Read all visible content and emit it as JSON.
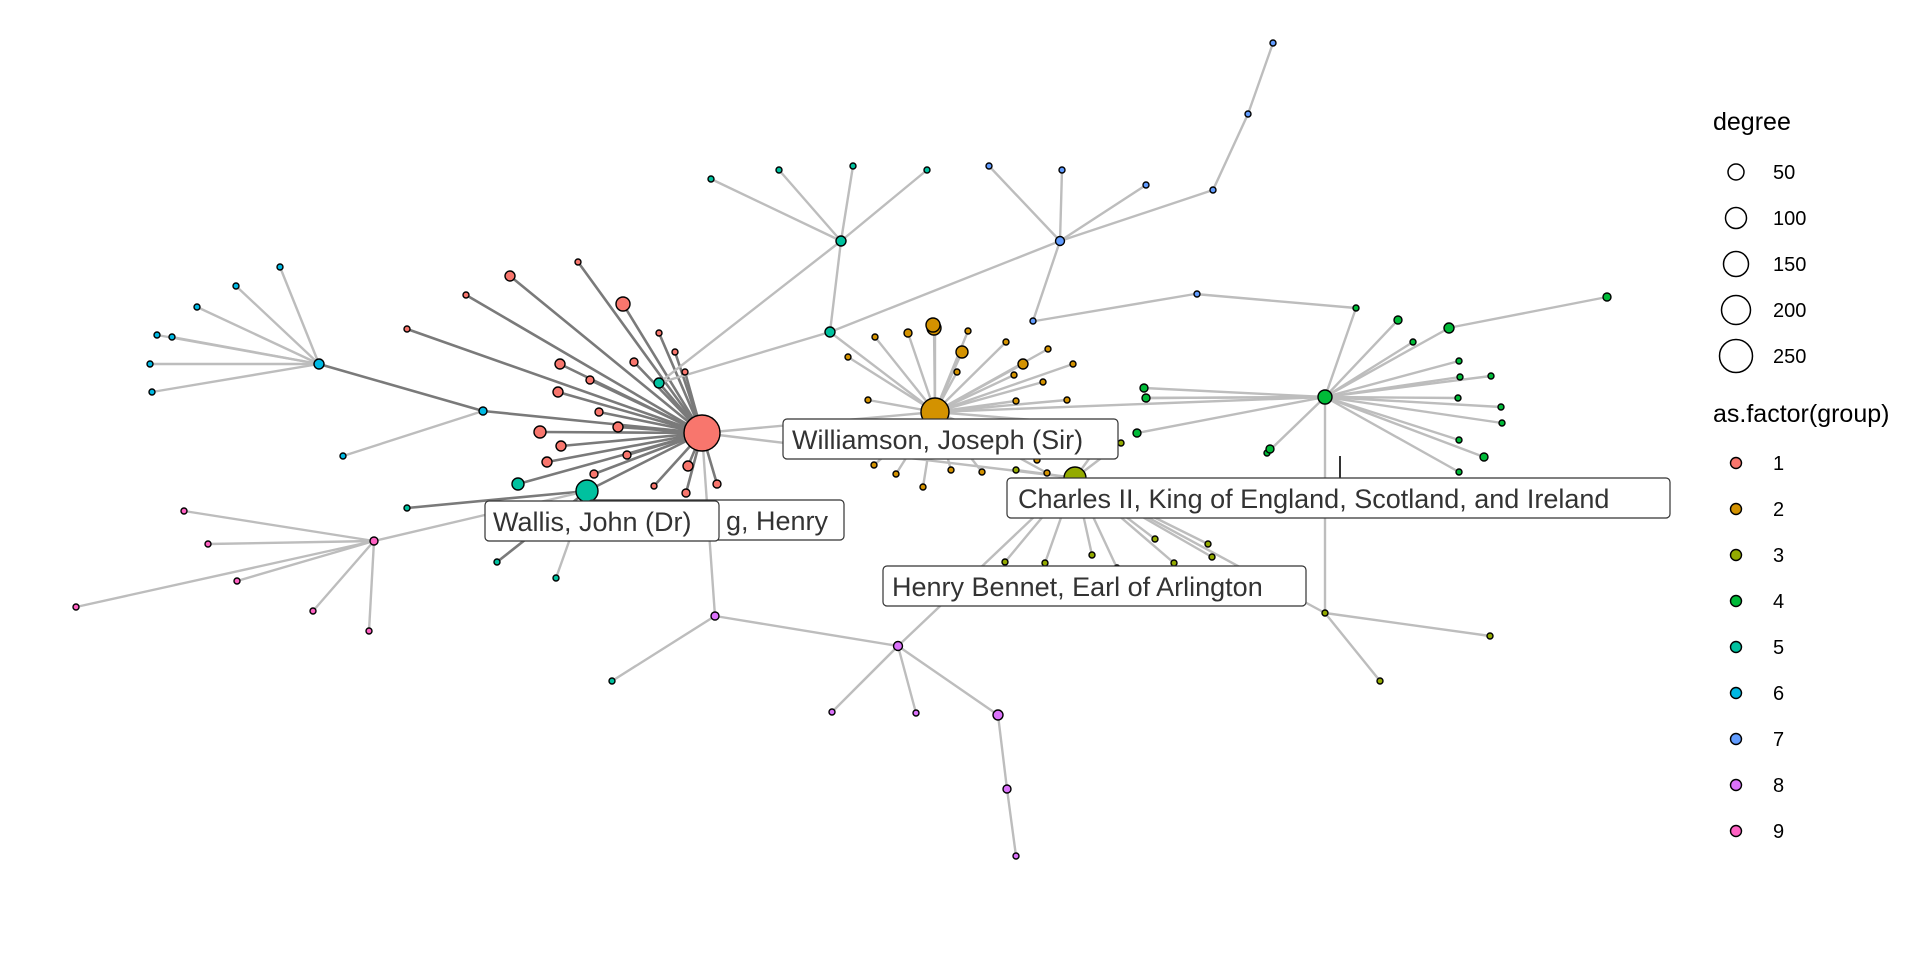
{
  "node_labels": {
    "williamson": "Williamson, Joseph (Sir)",
    "oldenburg_hidden": "Oldenburg, Henry",
    "oldenburg_visible": "g, Henry",
    "wallis": "Wallis, John (Dr)",
    "charles": "Charles II, King of England, Scotland, and Ireland",
    "bennet": "Henry Bennet, Earl of Arlington"
  },
  "legend": {
    "size_title": "degree",
    "size_items": [
      {
        "label": "50",
        "value": 50
      },
      {
        "label": "100",
        "value": 100
      },
      {
        "label": "150",
        "value": 150
      },
      {
        "label": "200",
        "value": 200
      },
      {
        "label": "250",
        "value": 250
      }
    ],
    "group_title": "as.factor(group)",
    "group_items": [
      {
        "label": "1",
        "color": "#F8766D"
      },
      {
        "label": "2",
        "color": "#D39200"
      },
      {
        "label": "3",
        "color": "#93AA00"
      },
      {
        "label": "4",
        "color": "#00BA38"
      },
      {
        "label": "5",
        "color": "#00C19F"
      },
      {
        "label": "6",
        "color": "#00B9E3"
      },
      {
        "label": "7",
        "color": "#619CFF"
      },
      {
        "label": "8",
        "color": "#DB72FB"
      },
      {
        "label": "9",
        "color": "#FF61C3"
      }
    ]
  },
  "colors": {
    "edge_light": "#bdbdbd",
    "edge_dark": "#7a7a7a",
    "node_stroke": "#000000"
  }
}
